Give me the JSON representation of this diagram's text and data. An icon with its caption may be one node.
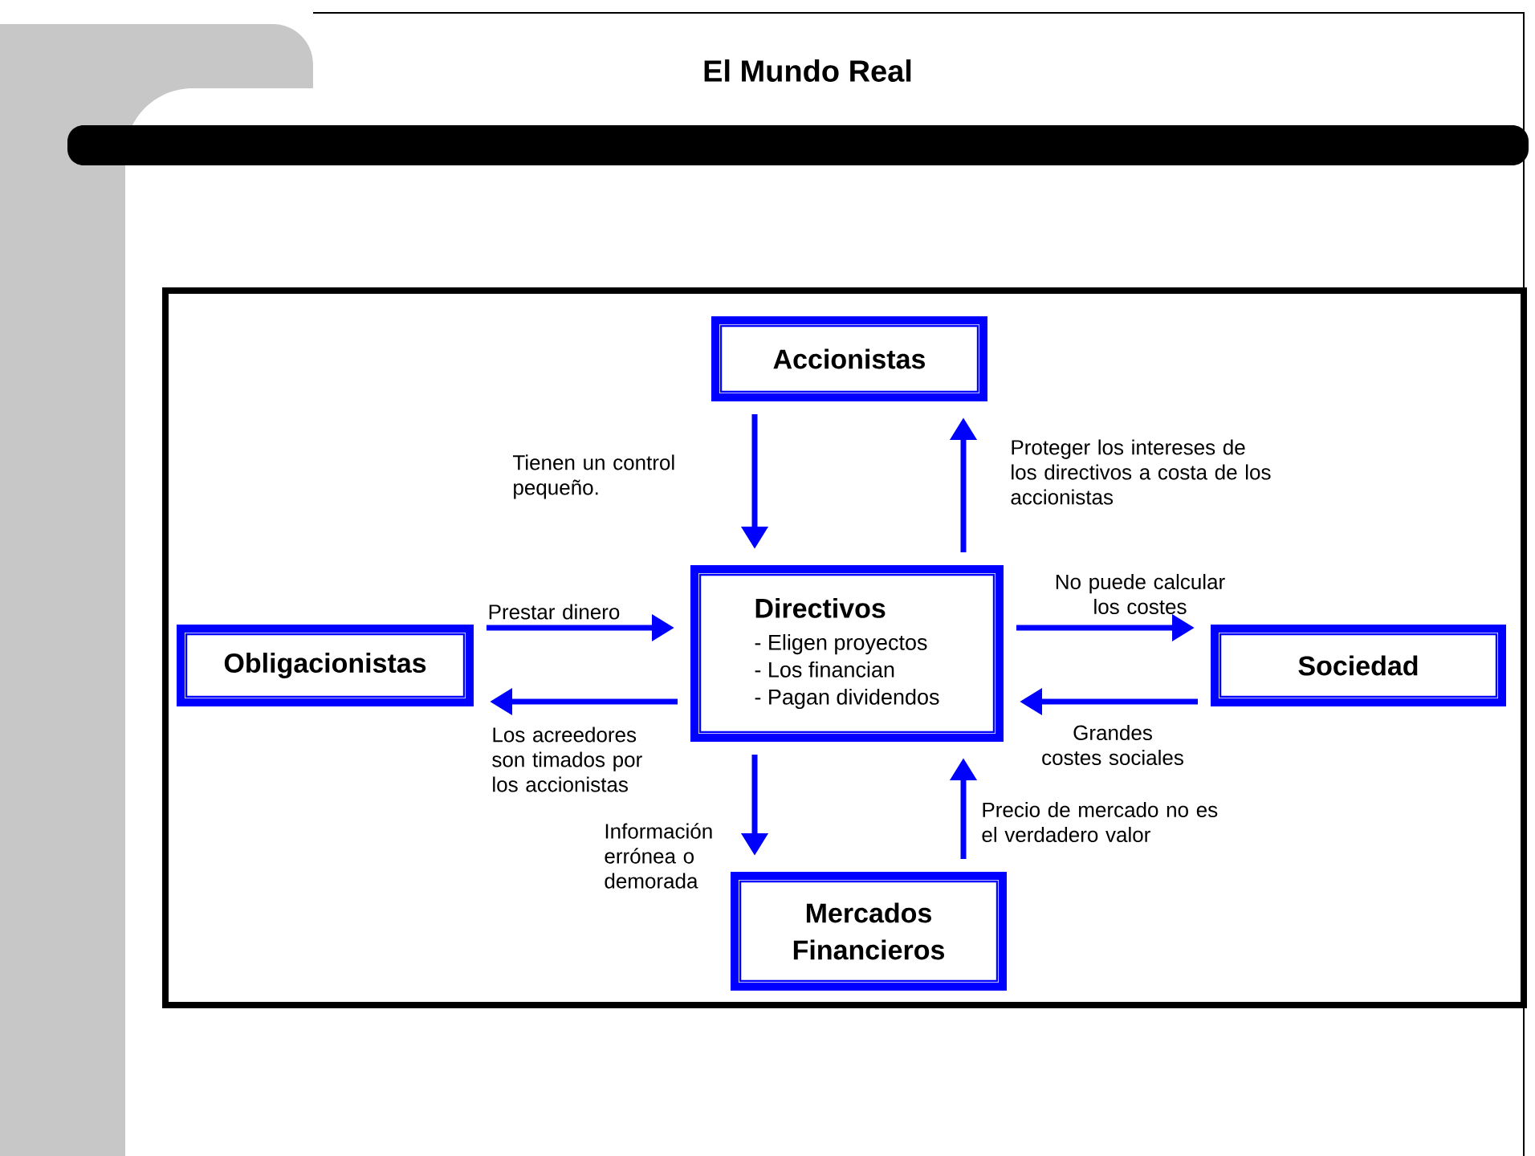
{
  "diagram": {
    "title": "El Mundo Real",
    "nodes": [
      {
        "text": [
          "Accionistas"
        ]
      },
      {
        "text": [
          "Directivos",
          "- Eligen proyectos",
          "- Los financian",
          "- Pagan dividendos"
        ]
      },
      {
        "text": [
          "Obligacionistas"
        ]
      },
      {
        "text": [
          "Sociedad"
        ]
      },
      {
        "text": [
          "Mercados Financieros"
        ]
      }
    ],
    "edges": [
      {
        "from": 0,
        "to": 1,
        "arrow": "to",
        "label": "Tienen un control pequeño."
      },
      {
        "from": 1,
        "to": 0,
        "arrow": "to",
        "label": "Proteger los intereses de los directivos a costa de los accionistas"
      },
      {
        "from": 2,
        "to": 1,
        "arrow": "to",
        "label": "Prestar dinero"
      },
      {
        "from": 1,
        "to": 2,
        "arrow": "to",
        "label": "Los acreedores son timados por los accionistas"
      },
      {
        "from": 1,
        "to": 3,
        "arrow": "to",
        "label": "No puede calcular los costes"
      },
      {
        "from": 3,
        "to": 1,
        "arrow": "to",
        "label": "Grandes costes sociales"
      },
      {
        "from": 1,
        "to": 4,
        "arrow": "to",
        "label": "Información errónea o demorada"
      },
      {
        "from": 4,
        "to": 1,
        "arrow": "to",
        "label": "Precio de mercado no es el verdadero valor"
      }
    ]
  }
}
